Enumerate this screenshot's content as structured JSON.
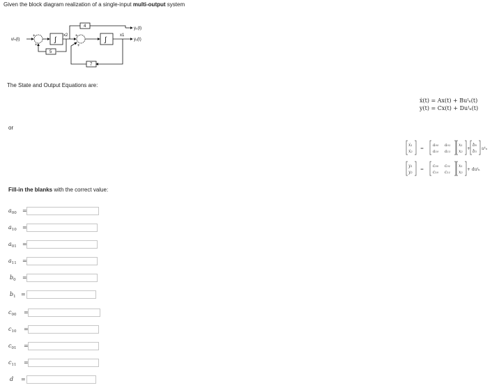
{
  "prompt": {
    "title_prefix": "Given the block diagram realization of a single-input ",
    "title_bold": "multi-output",
    "title_suffix": " system"
  },
  "diagram": {
    "input_label": "uᴵₙ(t)",
    "integrator_symbol": "∫",
    "state_x2": "x2",
    "state_x1": "x1",
    "gain_top": "4",
    "gain_left": "5",
    "gain_bottom": "7",
    "output_y0": "y₀(t)",
    "output_y1": "y₁(t)",
    "plus": "+",
    "minus": "−"
  },
  "state_output_heading": "The State and Output Equations are:",
  "equations": {
    "line1": "ẋ(t) = Ax(t) + Buᴵₙ(t)",
    "line2": "y(t) = Cx(t) + Duᴵₙ(t)"
  },
  "or_text": "or",
  "fill_heading": {
    "bold": "Fill-in the blanks",
    "rest": " with the correct value:"
  },
  "fields": [
    {
      "symbol": "a",
      "sub": "00",
      "value": ""
    },
    {
      "symbol": "a",
      "sub": "10",
      "value": ""
    },
    {
      "symbol": "a",
      "sub": "01",
      "value": ""
    },
    {
      "symbol": "a",
      "sub": "11",
      "value": ""
    },
    {
      "symbol": "b",
      "sub": "0",
      "value": ""
    },
    {
      "symbol": "b",
      "sub": "1",
      "value": ""
    },
    {
      "symbol": "c",
      "sub": "00",
      "value": ""
    },
    {
      "symbol": "c",
      "sub": "10",
      "value": ""
    },
    {
      "symbol": "c",
      "sub": "01",
      "value": ""
    },
    {
      "symbol": "c",
      "sub": "11",
      "value": ""
    },
    {
      "symbol": "d",
      "sub": "",
      "value": ""
    }
  ],
  "equals": "="
}
